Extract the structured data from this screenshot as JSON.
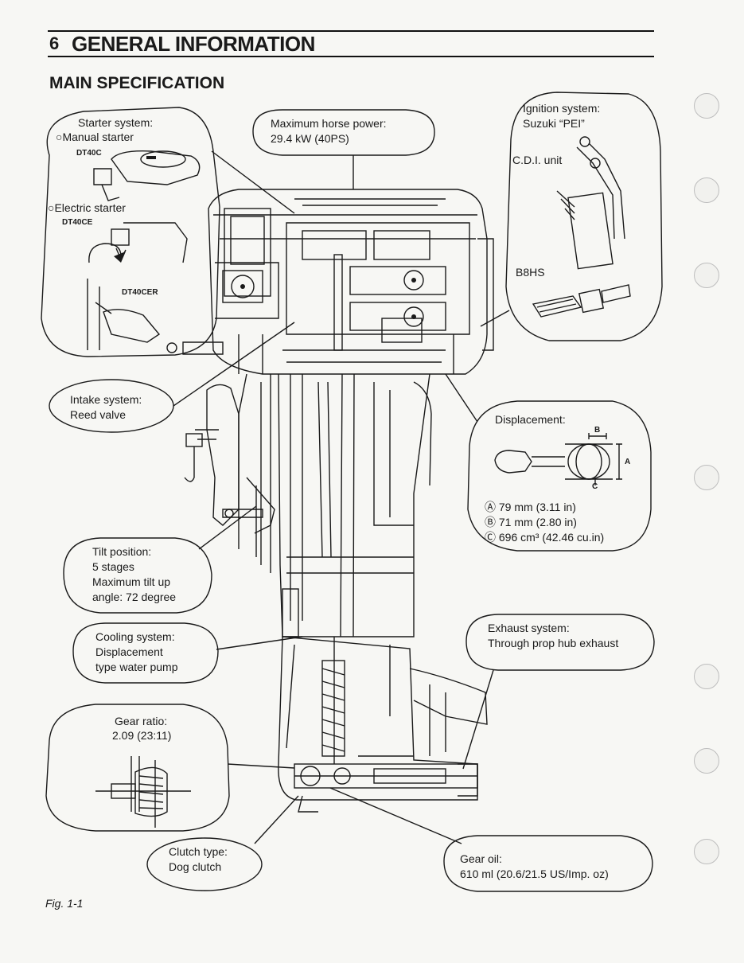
{
  "header": {
    "page_number": "6",
    "section_title": "GENERAL INFORMATION",
    "subtitle": "MAIN SPECIFICATION"
  },
  "figure_caption": "Fig. 1-1",
  "callouts": {
    "starter": {
      "heading": "Starter system:",
      "manual": "○Manual starter",
      "manual_model": "DT40C",
      "electric": "○Electric starter",
      "electric_model": "DT40CE",
      "electric_model_2": "DT40CER"
    },
    "horsepower": {
      "heading": "Maximum horse power:",
      "value": "29.4 kW (40PS)"
    },
    "ignition": {
      "heading": "Ignition system:",
      "value": "Suzuki “PEI”",
      "cdi": "C.D.I. unit",
      "plug": "B8HS"
    },
    "intake": {
      "heading": "Intake system:",
      "value": "Reed valve"
    },
    "displacement": {
      "heading": "Displacement:",
      "label_b": "B",
      "label_a": "A",
      "label_c": "C",
      "line_a": "Ⓐ 79 mm (3.11 in)",
      "line_b": "Ⓑ 71 mm (2.80 in)",
      "line_c": "Ⓒ 696 cm³ (42.46 cu.in)"
    },
    "tilt": {
      "heading": "Tilt position:",
      "line1": "5 stages",
      "line2": "Maximum tilt up",
      "line3": "angle: 72 degree"
    },
    "cooling": {
      "heading": "Cooling system:",
      "line1": "Displacement",
      "line2": "type water pump"
    },
    "exhaust": {
      "heading": "Exhaust system:",
      "value": "Through prop hub exhaust"
    },
    "gear_ratio": {
      "heading": "Gear ratio:",
      "value": "2.09 (23:11)"
    },
    "clutch": {
      "heading": "Clutch type:",
      "value": "Dog clutch"
    },
    "gear_oil": {
      "heading": "Gear oil:",
      "value": "610 ml (20.6/21.5 US/Imp. oz)"
    }
  }
}
